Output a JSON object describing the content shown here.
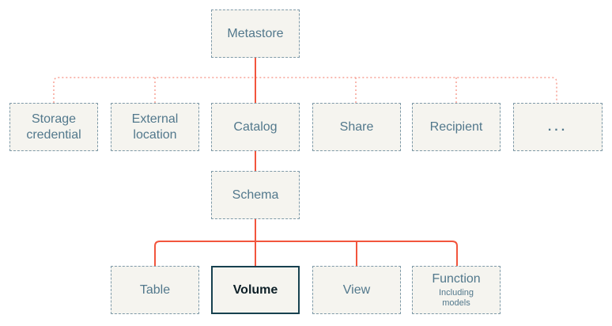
{
  "nodes": {
    "metastore": {
      "label": "Metastore"
    },
    "storage_credential": {
      "label": "Storage credential"
    },
    "external_location": {
      "label": "External location"
    },
    "catalog": {
      "label": "Catalog"
    },
    "share": {
      "label": "Share"
    },
    "recipient": {
      "label": "Recipient"
    },
    "ellipsis": {
      "label": "..."
    },
    "schema": {
      "label": "Schema"
    },
    "table": {
      "label": "Table"
    },
    "volume": {
      "label": "Volume"
    },
    "view": {
      "label": "View"
    },
    "function": {
      "label": "Function",
      "sublabel": "Including models"
    }
  },
  "colors": {
    "box_fill": "#f5f4ef",
    "box_border": "#7f9aa8",
    "label_text": "#52788c",
    "volume_border": "#17414f",
    "volume_text": "#0d1f27",
    "solid_line": "#f2553d",
    "dotted_line": "#f7a296"
  }
}
